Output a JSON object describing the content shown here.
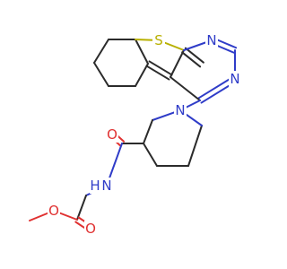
{
  "molecule": {
    "atoms": [
      {
        "id": "S1",
        "label": "S",
        "color": "#b8b000"
      },
      {
        "id": "N1",
        "label": "N",
        "color": "#2f3cc8"
      },
      {
        "id": "N2",
        "label": "N",
        "color": "#2f3cc8"
      },
      {
        "id": "N3",
        "label": "N",
        "color": "#2f3cc8"
      },
      {
        "id": "N4",
        "label": "N",
        "color": "#2f3cc8"
      },
      {
        "id": "H4",
        "label": "H",
        "color": "#2f3cc8"
      },
      {
        "id": "O1",
        "label": "O",
        "color": "#e03131"
      },
      {
        "id": "O2",
        "label": "O",
        "color": "#e03131"
      },
      {
        "id": "O3",
        "label": "O",
        "color": "#e03131"
      }
    ]
  }
}
